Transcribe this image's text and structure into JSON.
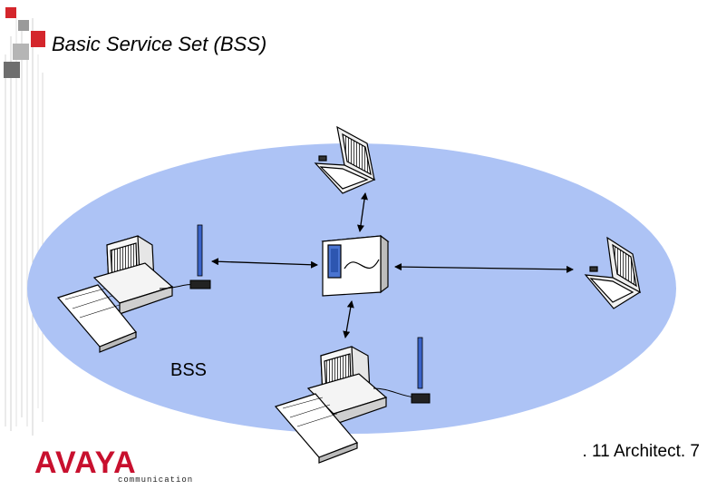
{
  "slide": {
    "title": "Basic Service Set (BSS)",
    "footer": ". 11 Architect. 7"
  },
  "diagram": {
    "area_label": "BSS",
    "colors": {
      "area_fill": "#adc3f5",
      "accent_red": "#d4262c",
      "antenna_blue": "#3a63c9"
    },
    "icons": [
      "laptop-icon",
      "access-point-icon",
      "desktop-computer-icon",
      "antenna-icon"
    ]
  },
  "logo": {
    "word": "AVAYA",
    "subtitle": "communication"
  }
}
